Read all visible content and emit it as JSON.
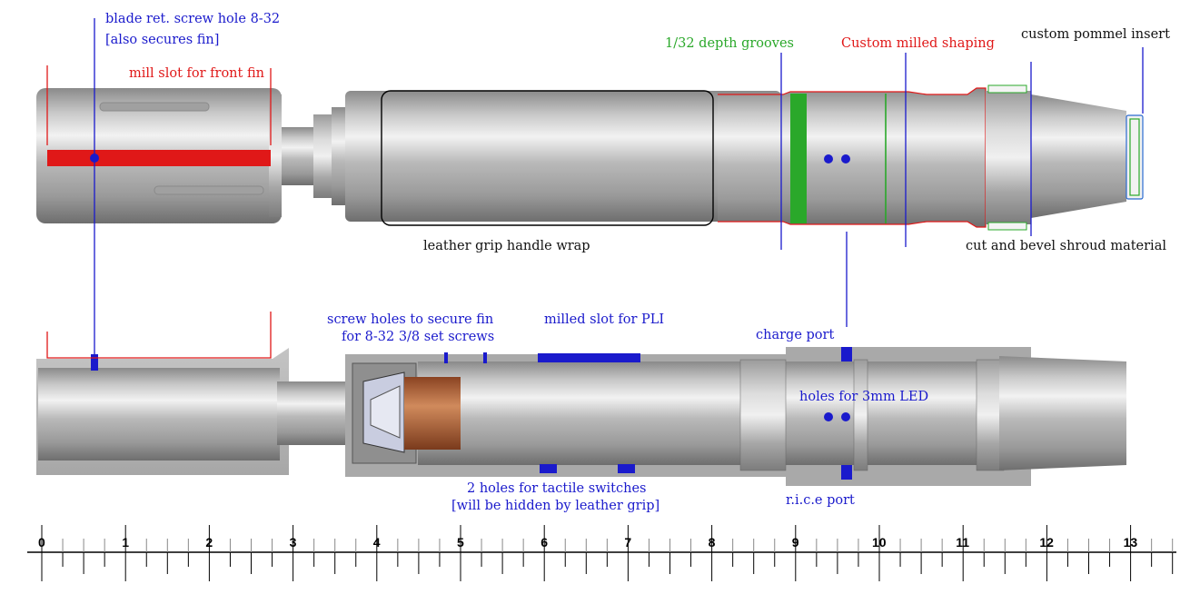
{
  "annotations": {
    "blade_screw": [
      "blade ret. screw hole 8-32",
      "[also secures fin]"
    ],
    "mill_slot": "mill slot for front fin",
    "depth_grooves": "1/32 depth grooves",
    "custom_milled": "Custom milled shaping",
    "pommel_insert": "custom pommel insert",
    "leather_grip": "leather grip handle wrap",
    "bevel_shroud": "cut and bevel shroud material",
    "screw_holes_fin": [
      "screw holes to secure fin",
      "for 8-32 3/8 set screws"
    ],
    "pli_slot": "milled slot for PLI",
    "charge_port": "charge port",
    "led_holes": "holes for 3mm LED",
    "tactile_holes": [
      "2 holes for tactile switches",
      "[will be hidden by leather grip]"
    ],
    "rice_port": "r.i.c.e port"
  },
  "ruler": {
    "labels": [
      "0",
      "1",
      "2",
      "3",
      "4",
      "5",
      "6",
      "7",
      "8",
      "9",
      "10",
      "11",
      "12",
      "13"
    ]
  },
  "colors": {
    "blue": "#1a1acc",
    "red": "#e01818",
    "green": "#2aa82a",
    "metal_light": "#e6e6e6",
    "metal_dark": "#7a7a7a",
    "copper": "#b5653a"
  }
}
